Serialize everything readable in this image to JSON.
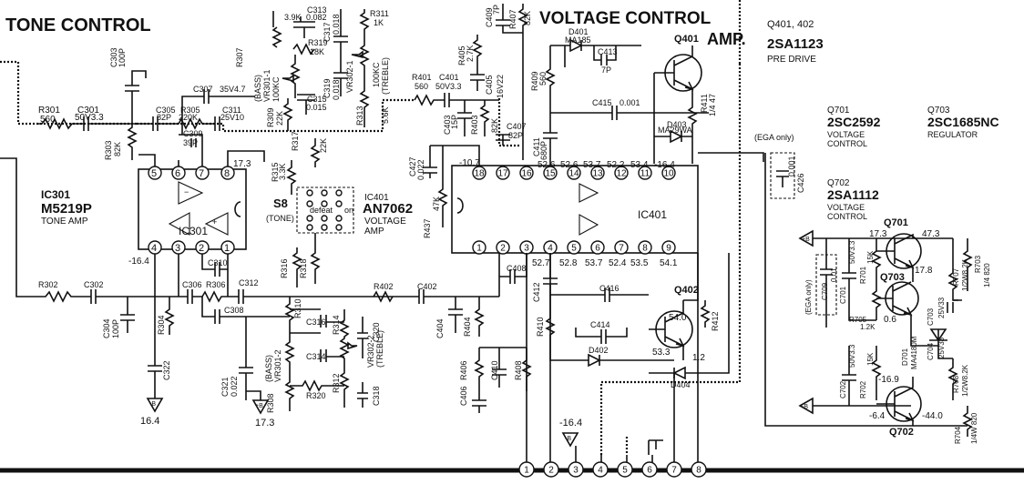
{
  "sections": {
    "tone": "TONE CONTROL",
    "voltage": "VOLTAGE CONTROL",
    "amp": "AMP."
  },
  "ic301": {
    "ref": "IC301",
    "part": "M5219P",
    "func": "TONE AMP",
    "body": "IC301"
  },
  "ic401": {
    "ref": "IC401",
    "part": "AN7062",
    "func1": "VOLTAGE",
    "func2": "AMP",
    "body": "IC401"
  },
  "switch": {
    "ref": "S8",
    "name": "(TONE)",
    "defeat": "defeat",
    "on": "on"
  },
  "q401_402": {
    "refs": "Q401, 402",
    "part": "2SA1123",
    "func": "PRE DRIVE"
  },
  "q701": {
    "ref": "Q701",
    "part": "2SC2592",
    "func1": "VOLTAGE",
    "func2": "CONTROL"
  },
  "q703": {
    "ref": "Q703",
    "part": "2SC1685NC",
    "func": "REGULATOR"
  },
  "q702": {
    "ref": "Q702",
    "part": "2SA1112",
    "func1": "VOLTAGE",
    "func2": "CONTROL"
  },
  "transistor_labels": {
    "q401": "Q401",
    "q402": "Q402",
    "q701": "Q701",
    "q702": "Q702",
    "q703": "Q703"
  },
  "components": {
    "r301": "R301",
    "r301v": "560",
    "c301": "C301",
    "c301v": "50V3.3",
    "c303": "C303",
    "c303v": "100P",
    "r303": "R303",
    "r303v": "82K",
    "c305": "C305",
    "c305v": "82P",
    "r305": "R305",
    "r305v": "220K",
    "c307": "C307",
    "c307v": "35V4.7",
    "c309": "C309",
    "c309v": "39P",
    "c311": "C311",
    "c311v": "25V10",
    "r307": "R307",
    "r307v": "3.9K",
    "c313": "C313",
    "c313v": "0.082",
    "r319": "R319",
    "r319v": "18K",
    "vr301_1": "VR301-1",
    "vr301_1v": "100KC",
    "bass1": "(BASS)",
    "c315": "C315",
    "c315v": "0.015",
    "r309": "R309",
    "r309v": "22K",
    "c317": "C317",
    "c317v": "0.018",
    "c319": "C319",
    "c319v": "0.018",
    "vr302_1": "VR302-1",
    "vr302_1v": "100KC",
    "treble1": "(TREBLE)",
    "r311": "R311",
    "r311v": "1K",
    "r313": "R313",
    "r313v": "5.6K",
    "r317": "R317",
    "r317v": "22K",
    "r315": "R315",
    "r315v": "3.3K",
    "r316": "R316",
    "r318": "R318",
    "r302": "R302",
    "c302": "C302",
    "c304": "C304",
    "c304v": "100P",
    "r304": "R304",
    "c306": "C306",
    "r306": "R306",
    "c310": "C310",
    "c312": "C312",
    "c308": "C308",
    "r310": "R310",
    "c316": "C316",
    "c314": "C314",
    "vr301_2": "VR301-2",
    "bass2": "(BASS)",
    "c321": "C321",
    "c321v": "0.022",
    "c322": "C322",
    "r308": "R308",
    "r320": "R320",
    "r314": "R314",
    "c320": "C320",
    "vr302_2": "VR302-2",
    "treble2": "(TREBLE)",
    "r312": "R312",
    "c318": "C318",
    "r401": "R401",
    "r401v": "560",
    "c401": "C401",
    "c401v": "50V3.3",
    "c403": "C403",
    "c403v": "15P",
    "r403": "R403",
    "r403v": "82K",
    "r405": "R405",
    "r405v": "2.7K",
    "c405": "C405",
    "c405v": "16V22",
    "c409": "C409",
    "c409v": "7P",
    "r407": "R407",
    "r407v": "82K",
    "d401": "D401",
    "d401v": "MA185",
    "c413": "C413",
    "c413v": "7P",
    "r409": "R409",
    "r409v": "560",
    "c415": "C415",
    "c415v": "0.001",
    "r411": "R411",
    "r411v": "1/4 47",
    "d403": "D403",
    "d403v": "MA29WA",
    "c407": "C407",
    "c407v": "82P",
    "c411": "C411",
    "c411v": "680P",
    "c427": "C427",
    "c427v": "0.022",
    "r437": "R437",
    "r437v": "47K",
    "c426": "C426",
    "c426v": "0.001",
    "ega": "(EGA only)",
    "r402": "R402",
    "c402": "C402",
    "c404": "C404",
    "r404": "R404",
    "c408": "C408",
    "c412": "C412",
    "c416": "C416",
    "c414": "C414",
    "r410": "R410",
    "d402": "D402",
    "r412": "R412",
    "r406": "R406",
    "c406": "C406",
    "c410": "C410",
    "r408": "R408",
    "d404": "D404",
    "c709": "C709",
    "c709v": "0.01",
    "ega2": "(EGA only)",
    "c701": "C701",
    "c701v": "50V3.3",
    "r701": "R701",
    "r701v": "15K",
    "r707": "R707",
    "r707v": "1/2W8.2K",
    "r703": "R703",
    "r703v": "1/4 820",
    "r705": "R705",
    "r705v": "1.2K",
    "c703": "C703",
    "c703v": "25V33",
    "d701": "D701",
    "d701v": "MA4180M",
    "c704": "C704",
    "c704v": "25V33",
    "c702": "C702",
    "c702v": "50V3.3",
    "r702": "R702",
    "r702v": "15K",
    "r708": "R708",
    "r708v": "1/2W8.2K",
    "r704": "R704",
    "r704v": "1/4W 820"
  },
  "voltages": {
    "ic301_p4": "-16.4",
    "ic301_p7": "17.3",
    "gnd_neg": "16.4",
    "gnd_pos": "17.3",
    "ic401_p18": "-10.7",
    "ic401_top": [
      "52.6",
      "52.6",
      "53.7",
      "52.2",
      "53.4",
      "-16.4"
    ],
    "ic401_bot": [
      "52.7",
      "52.8",
      "53.7",
      "52.4",
      "53.5",
      "54.1"
    ],
    "q402_b": "54.0",
    "q402_e": "53.3",
    "q402_c": "1.2",
    "bus": "-16.4",
    "q701_e": "47.3",
    "q701_b": "17.3",
    "q701_c": "17.8",
    "q703_e": "0.6",
    "q702_b": "-16.9",
    "q702_e": "-6.4",
    "q702_c": "-44.0"
  },
  "ic301_pins_top": [
    "5",
    "6",
    "7",
    "8"
  ],
  "ic301_pins_bot": [
    "4",
    "3",
    "2",
    "1"
  ],
  "ic401_pins_top": [
    "18",
    "17",
    "16",
    "15",
    "14",
    "13",
    "12",
    "11",
    "10"
  ],
  "ic401_pins_bot": [
    "1",
    "2",
    "3",
    "4",
    "5",
    "6",
    "7",
    "8",
    "9"
  ],
  "connector_pins": [
    "1",
    "2",
    "3",
    "4",
    "5",
    "6",
    "7",
    "8"
  ],
  "ground_symbols": {
    "neg": "-B",
    "pos": "+B"
  }
}
